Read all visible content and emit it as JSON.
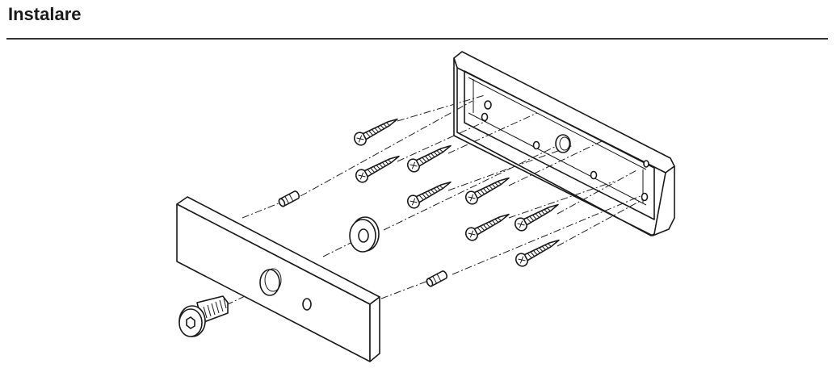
{
  "page": {
    "title": "Instalare"
  },
  "figure": {
    "parts": {
      "back_plate": "mounting-bracket",
      "front_plate": "armature-plate",
      "bolt": "countersunk-hex-bolt",
      "washer": "rubber-washer",
      "pins": "guide-pin",
      "screws": "wood-screw"
    },
    "screw_count": 8,
    "pin_count": 2
  }
}
